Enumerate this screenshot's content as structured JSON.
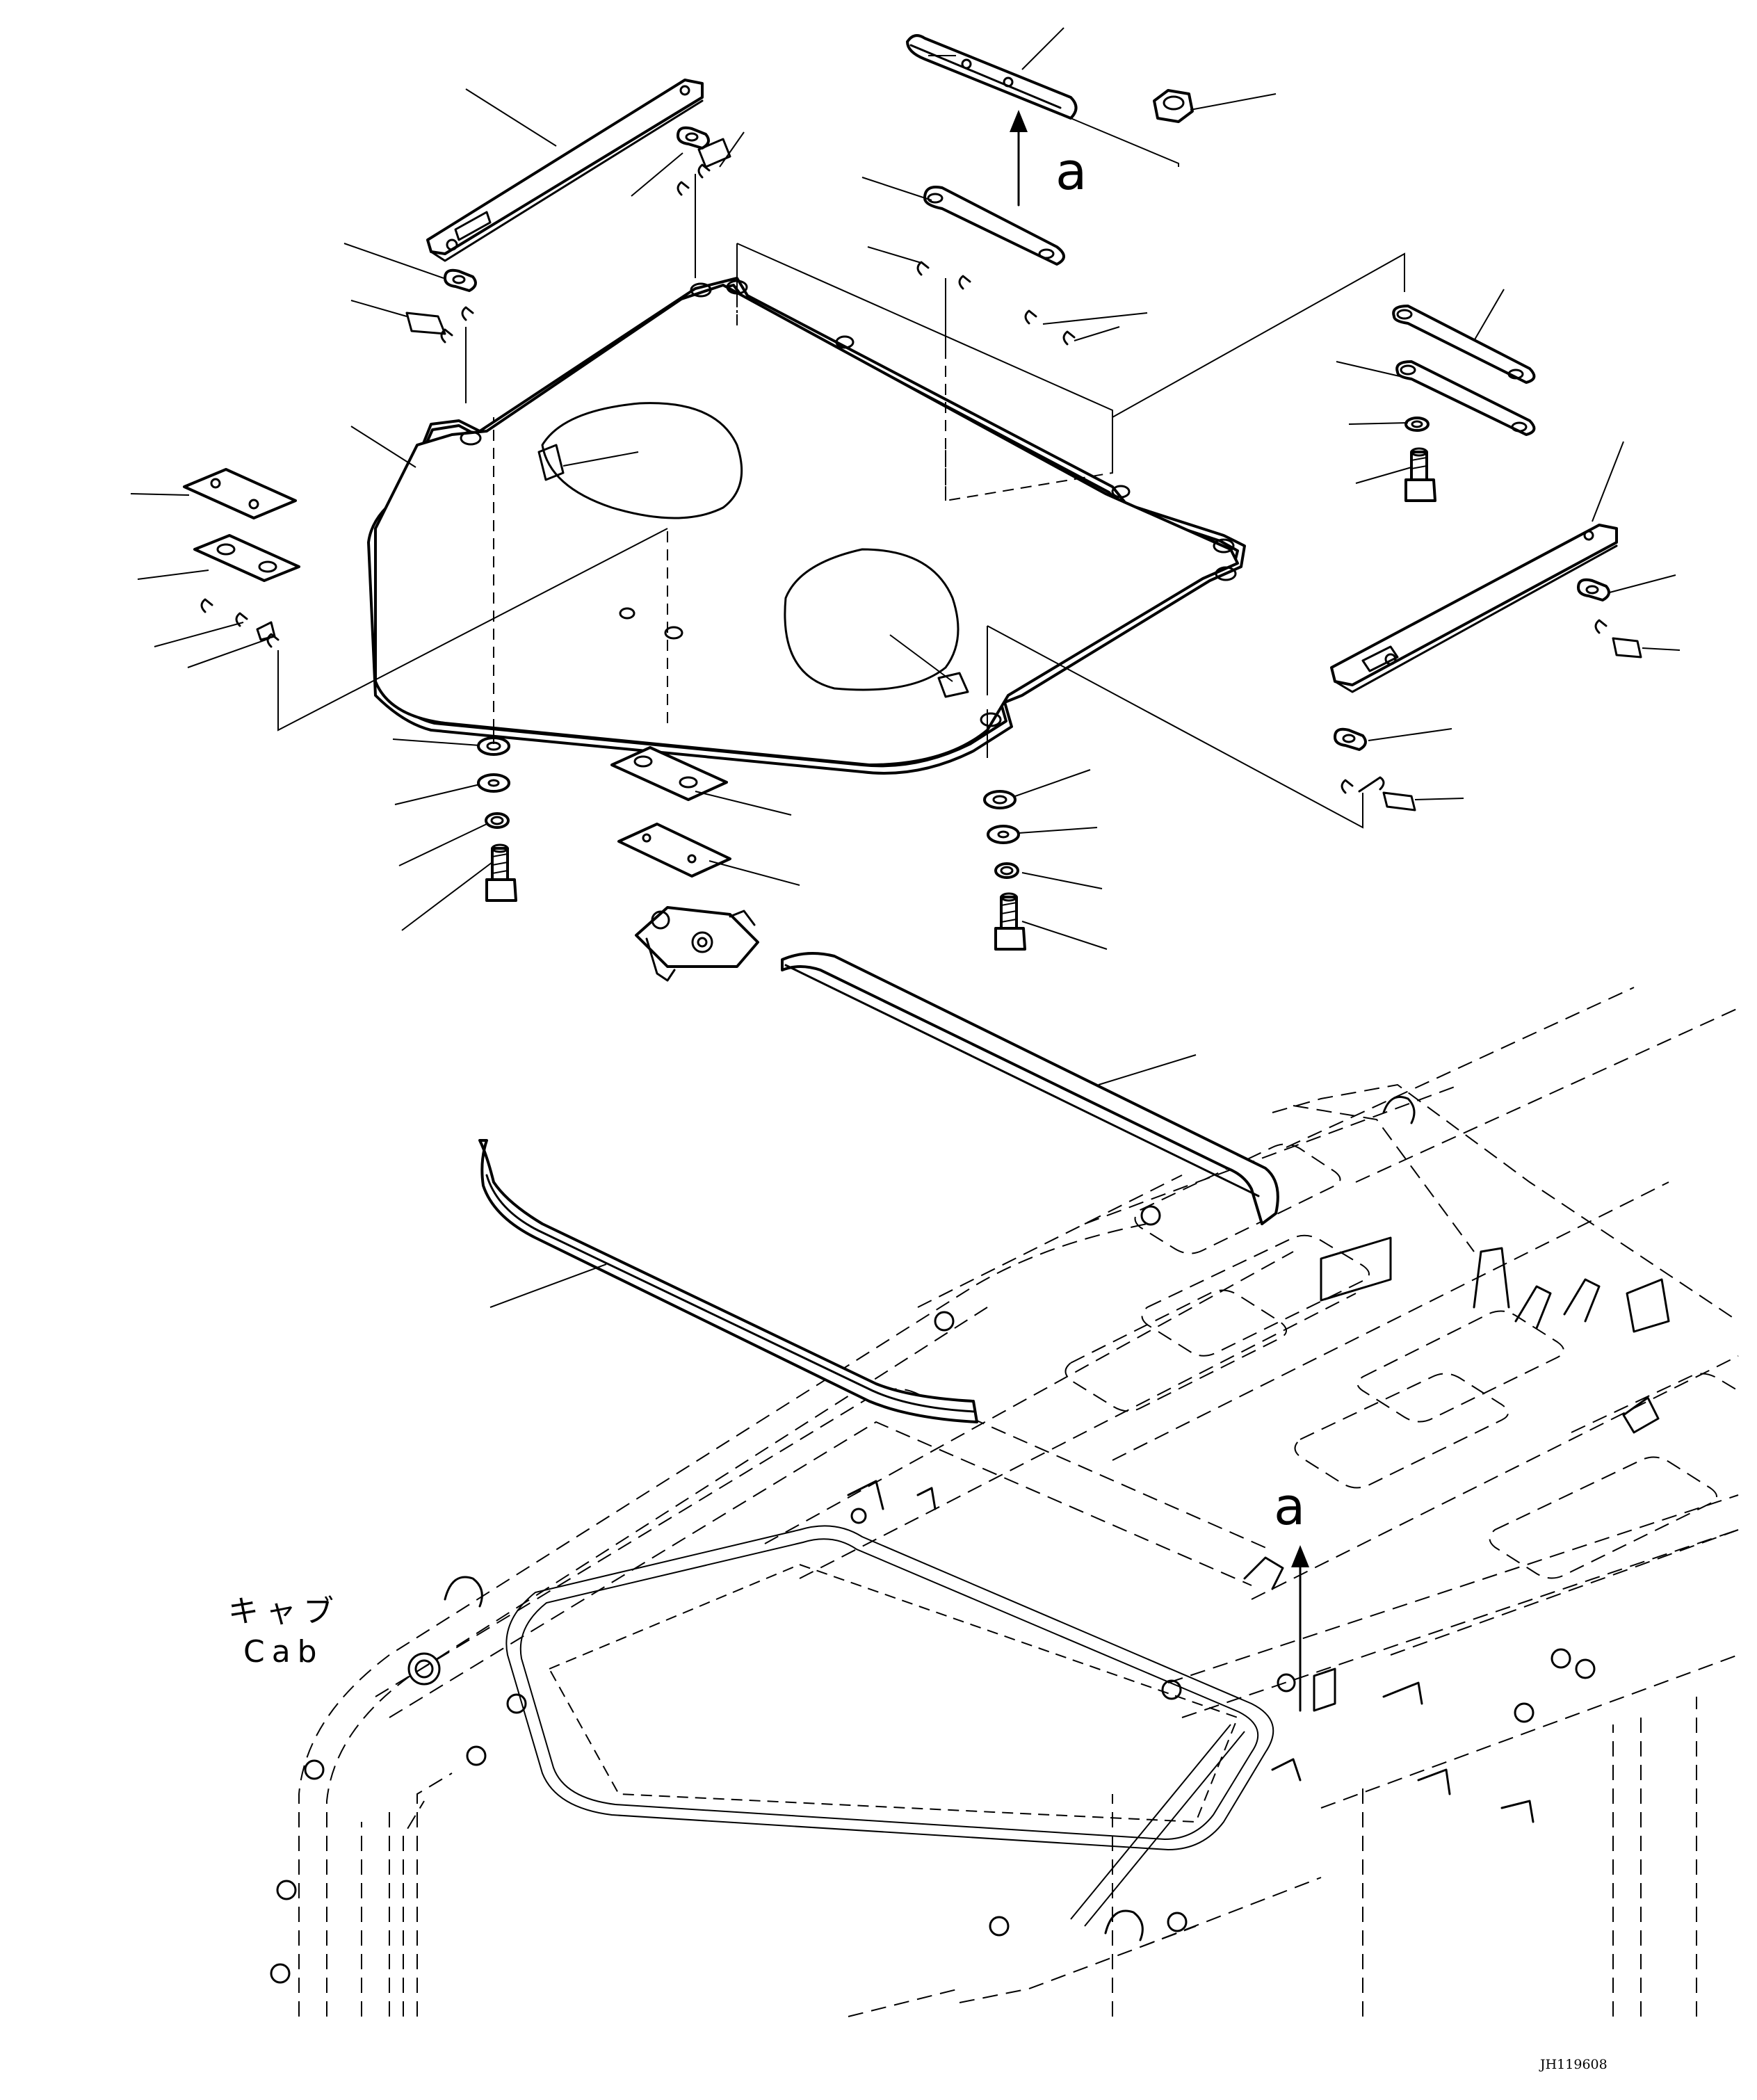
{
  "diagram": {
    "reference_mark_top": "a",
    "reference_mark_bottom": "a",
    "cab_label_jp": "キャブ",
    "cab_label_en": "Cab",
    "drawing_code": "JH119608"
  }
}
